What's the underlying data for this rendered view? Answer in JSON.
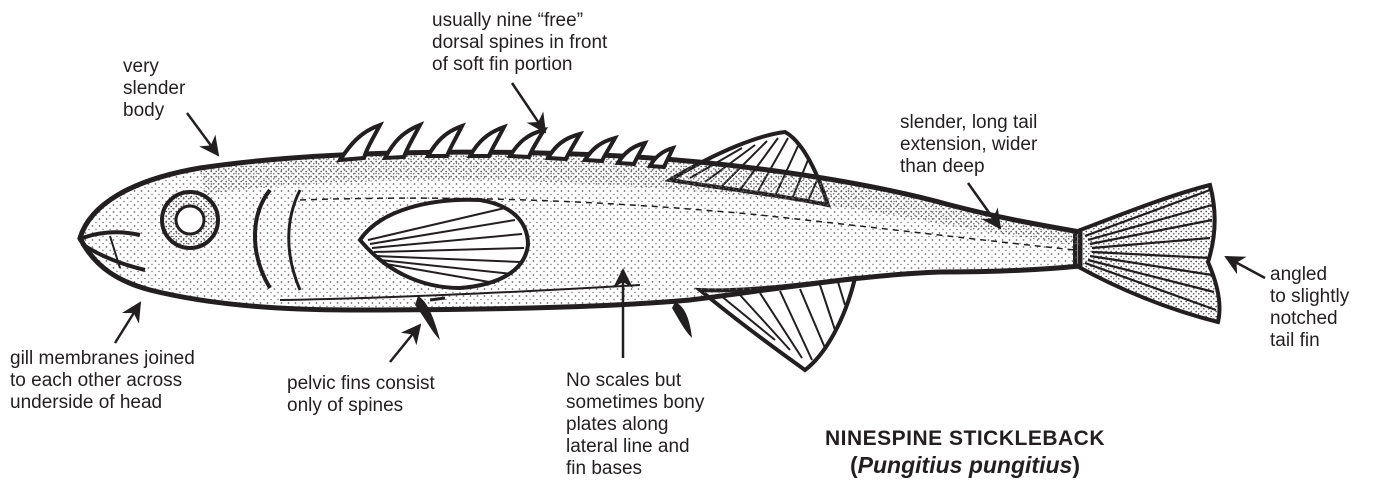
{
  "labels": {
    "body": [
      "very",
      "slender",
      "body"
    ],
    "dorsal": [
      "usually nine “free”",
      "dorsal spines in front",
      "of soft fin portion"
    ],
    "tail": [
      "slender, long tail",
      "extension, wider",
      "than deep"
    ],
    "tailfin": [
      "angled",
      "to slightly",
      "notched",
      "tail fin"
    ],
    "gill": [
      "gill membranes joined",
      "to each other across",
      "underside of head"
    ],
    "pelvic": [
      "pelvic fins consist",
      "only of spines"
    ],
    "scales": [
      "No scales but",
      "sometimes bony",
      "plates along",
      "lateral line and",
      "fin bases"
    ]
  },
  "title": {
    "common_name": "NINESPINE STICKLEBACK",
    "open_paren": "(",
    "scientific_name": "Pungitius pungitius",
    "close_paren": ")"
  },
  "colors": {
    "ink": "#231f20",
    "stipple": "#6d6b6c",
    "background": "#ffffff"
  }
}
